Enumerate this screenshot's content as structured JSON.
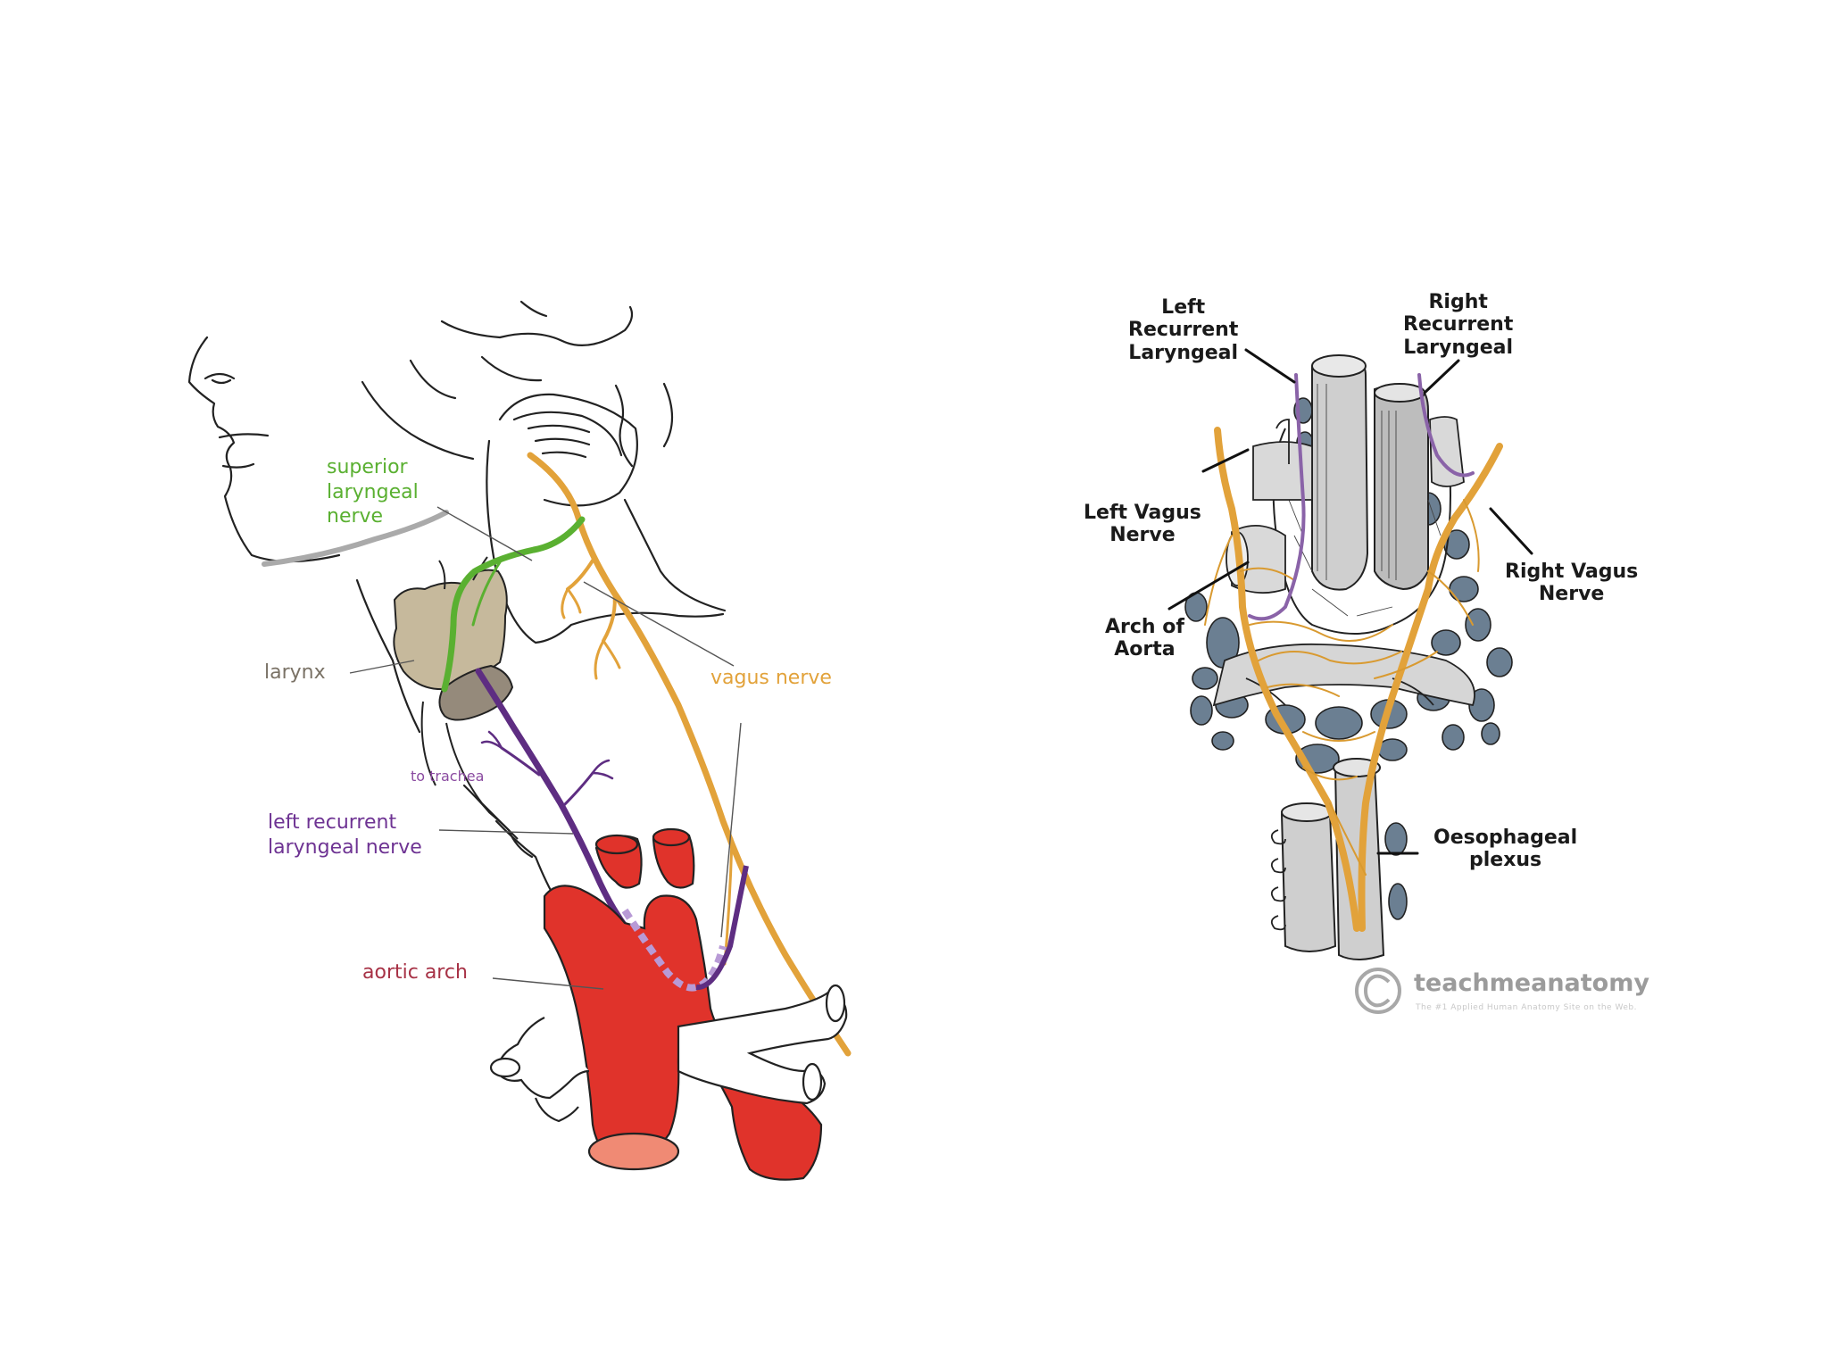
{
  "left_diagram": {
    "labels": {
      "superior_laryngeal": "superior\nlaryngeal\nnerve",
      "larynx": "larynx",
      "vagus": "vagus nerve",
      "to_trachea": "to trachea",
      "left_recurrent": "left recurrent\nlaryngeal nerve",
      "aortic_arch": "aortic arch"
    },
    "colors": {
      "superior_laryngeal": "#5ab031",
      "larynx": "#7a7266",
      "vagus": "#e2a23a",
      "recurrent": "#5e2d82",
      "aorta": "#e0332b",
      "aortic_label": "#a73246"
    }
  },
  "right_diagram": {
    "labels": {
      "left_recurrent": "Left\nRecurrent\nLaryngeal",
      "right_recurrent": "Right\nRecurrent\nLaryngeal",
      "left_vagus": "Left Vagus\nNerve",
      "right_vagus": "Right Vagus\nNerve",
      "arch_of_aorta": "Arch of\nAorta",
      "oesophageal_plexus": "Oesophageal\nplexus"
    },
    "watermark": {
      "brand": "teachmeanatomy",
      "tagline": "The #1 Applied Human Anatomy Site on the Web."
    },
    "colors": {
      "nerve": "#e2a23a",
      "recurrent": "#8a63a8",
      "node": "#6b7f92"
    }
  }
}
